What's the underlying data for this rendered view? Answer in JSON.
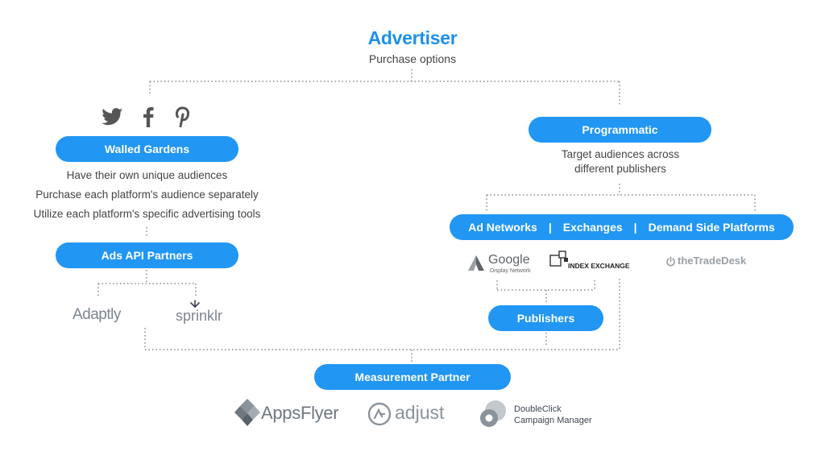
{
  "header": {
    "title": "Advertiser",
    "subtitle": "Purchase options"
  },
  "walled_gardens": {
    "label": "Walled Gardens",
    "social_icons": [
      "twitter-icon",
      "facebook-icon",
      "pinterest-icon"
    ],
    "points": [
      "Have their own unique audiences",
      "Purchase each platform's audience separately",
      "Utilize each platform's specific advertising tools"
    ]
  },
  "ads_api": {
    "label": "Ads API Partners",
    "logos": [
      "Adaptly",
      "sprinklr"
    ]
  },
  "programmatic": {
    "label": "Programmatic",
    "desc_line1": "Target audiences across",
    "desc_line2": "different publishers"
  },
  "channels": {
    "items": [
      "Ad Networks",
      "Exchanges",
      "Demand Side Platforms"
    ],
    "separator": "|"
  },
  "channel_logos": {
    "google": "Google",
    "google_sub": "Display Network",
    "index": "INDEX EXCHANGE",
    "tradedesk": "theTradeDesk"
  },
  "publishers": {
    "label": "Publishers"
  },
  "measurement": {
    "label": "Measurement Partner",
    "appsflyer": "AppsFlyer",
    "adjust": "adjust",
    "doubleclick_line1": "DoubleClick",
    "doubleclick_line2": "Campaign Manager"
  },
  "colors": {
    "accent": "#2196f3",
    "title": "#1e90e8",
    "text": "#444444",
    "logo": "#7d8590",
    "connector": "#8a8a8a"
  }
}
